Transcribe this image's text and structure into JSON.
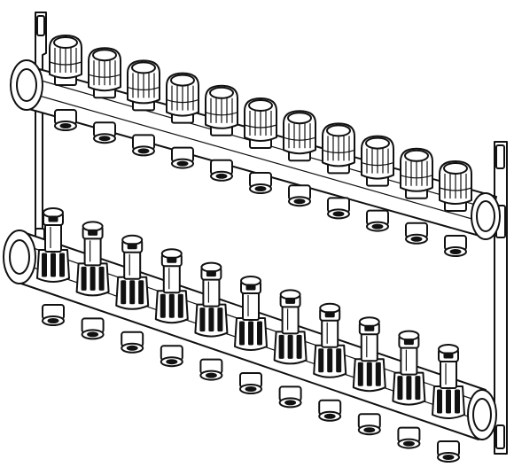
{
  "illustration": {
    "subject": "manifold-line-drawing",
    "upper_rail": {
      "outlet_count": 11,
      "fitting_kind": "cap-valve"
    },
    "lower_rail": {
      "outlet_count": 11,
      "fitting_kind": "flow-meter"
    },
    "colors": {
      "ink": "#111111",
      "paper": "#ffffff"
    }
  }
}
